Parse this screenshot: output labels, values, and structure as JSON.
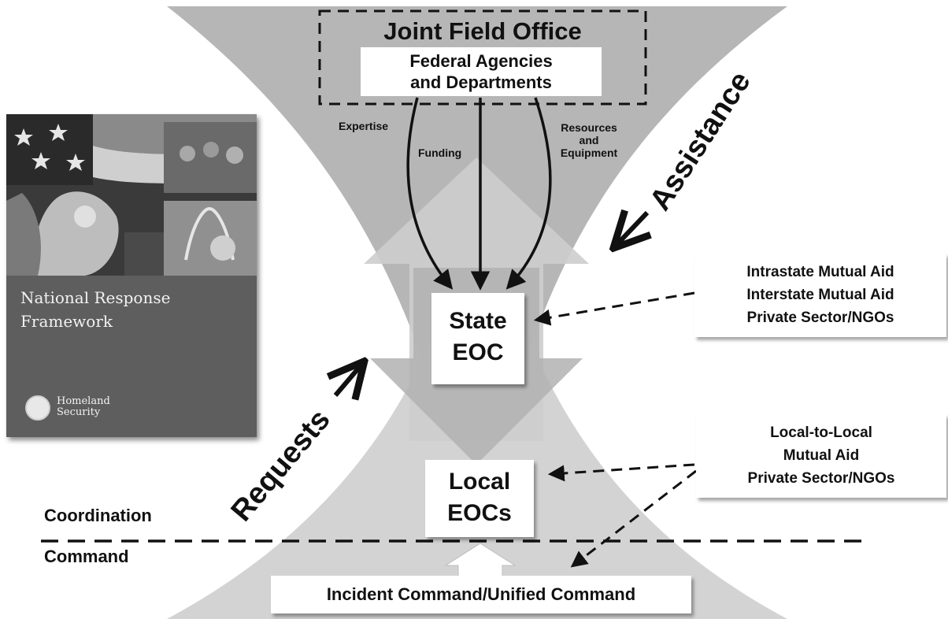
{
  "jfo": {
    "title": "Joint Field Office",
    "subtitle_line1": "Federal Agencies",
    "subtitle_line2": "and Departments"
  },
  "flows": {
    "expertise": "Expertise",
    "funding": "Funding",
    "resources_line1": "Resources",
    "resources_line2": "and",
    "resources_line3": "Equipment"
  },
  "assistance": "Assistance",
  "requests": "Requests",
  "state_eoc": {
    "line1": "State",
    "line2": "EOC"
  },
  "local_eocs": {
    "line1": "Local",
    "line2": "EOCs"
  },
  "mutual_aid_box": {
    "line1": "Intrastate Mutual Aid",
    "line2": "Interstate Mutual Aid",
    "line3": "Private Sector/NGOs"
  },
  "local_aid_box": {
    "line1": "Local-to-Local",
    "line2": "Mutual Aid",
    "line3": "Private Sector/NGOs"
  },
  "coordination": "Coordination",
  "command": "Command",
  "incident_command": "Incident Command/Unified Command",
  "cover": {
    "title_line1": "National Response",
    "title_line2": "Framework",
    "agency_line1": "Homeland",
    "agency_line2": "Security"
  },
  "colors": {
    "funnel_dark": "#b6b6b6",
    "funnel_light": "#d3d3d3",
    "arrow_shade": "#c4c4c4",
    "ink": "#111111"
  }
}
